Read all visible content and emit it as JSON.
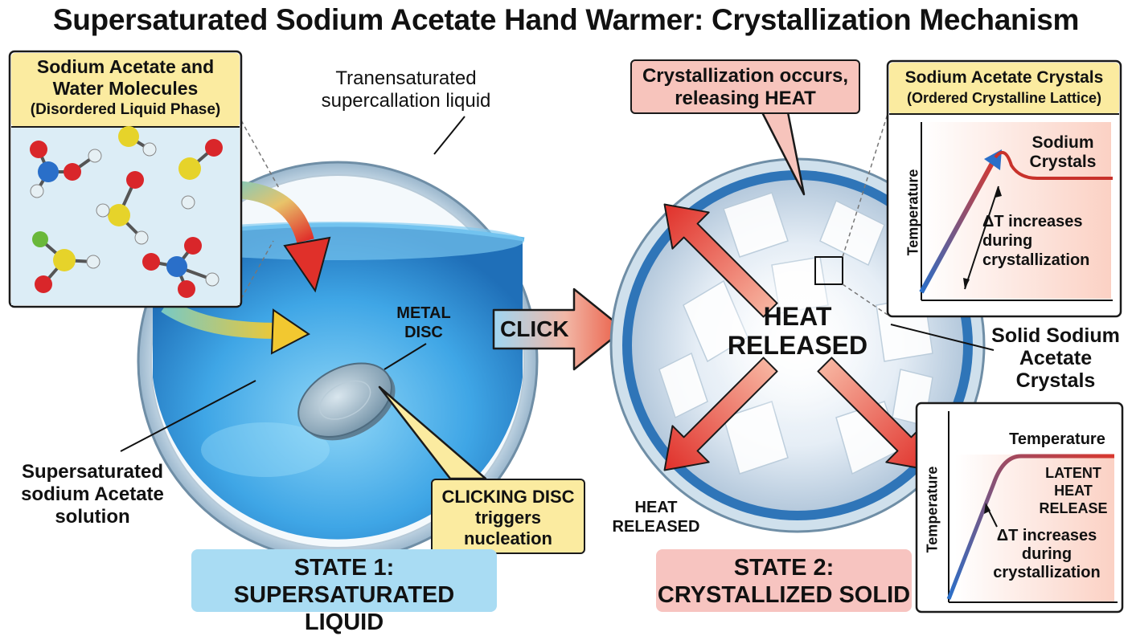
{
  "title": "Supersaturated Sodium Acetate Hand Warmer: Crystallization Mechanism",
  "molecule_box": {
    "line1": "Sodium Acetate and",
    "line2": "Water Molecules",
    "line3": "(Disordered Liquid Phase)"
  },
  "liquid_callout": {
    "line1": "Tranensaturated",
    "line2": "supercallation liquid"
  },
  "metal_disc": {
    "line1": "METAL",
    "line2": "DISC"
  },
  "click_label": "CLICK",
  "solution_label": {
    "line1": "Supersaturated",
    "line2": "sodium Acetate",
    "line3": "solution"
  },
  "disc_callout": {
    "line1": "CLICKING DISC",
    "line2": "triggers",
    "line3": "nucleation"
  },
  "state1": {
    "line1": "STATE 1:",
    "line2": "SUPERSATURATED LIQUID"
  },
  "crystallization_callout": {
    "line1": "Crystallization occurs,",
    "line2": "releasing HEAT"
  },
  "heat_center": {
    "line1": "HEAT",
    "line2": "RELEASED"
  },
  "heat_lower": {
    "line1": "HEAT",
    "line2": "RELEASED"
  },
  "solid_label": {
    "line1": "Solid Sodium",
    "line2": "Acetate",
    "line3": "Crystals"
  },
  "state2": {
    "line1": "STATE 2:",
    "line2": "CRYSTALLIZED SOLID"
  },
  "graph_top": {
    "header1": "Sodium Acetate Crystals",
    "header2": "(Ordered Crystalline Lattice)",
    "ylabel": "Temperature",
    "curve_label1": "Sodium",
    "curve_label2": "Crystals",
    "annotation1": "ΔT increases",
    "annotation2": "during",
    "annotation3": "crystallization"
  },
  "graph_bottom": {
    "curve_label": "Temperature",
    "ylabel": "Temperature",
    "latent1": "LATENT",
    "latent2": "HEAT",
    "latent3": "RELEASE",
    "annotation1": "ΔT increases",
    "annotation2": "during",
    "annotation3": "crystallization"
  },
  "colors": {
    "liquid_blue": "#3fa6e6",
    "heat_red": "#e0302a",
    "callout_yellow": "#fbeba0",
    "callout_pink": "#f7c4bc",
    "state1_bg": "#a9dcf3",
    "state2_bg": "#f7c4c0"
  }
}
